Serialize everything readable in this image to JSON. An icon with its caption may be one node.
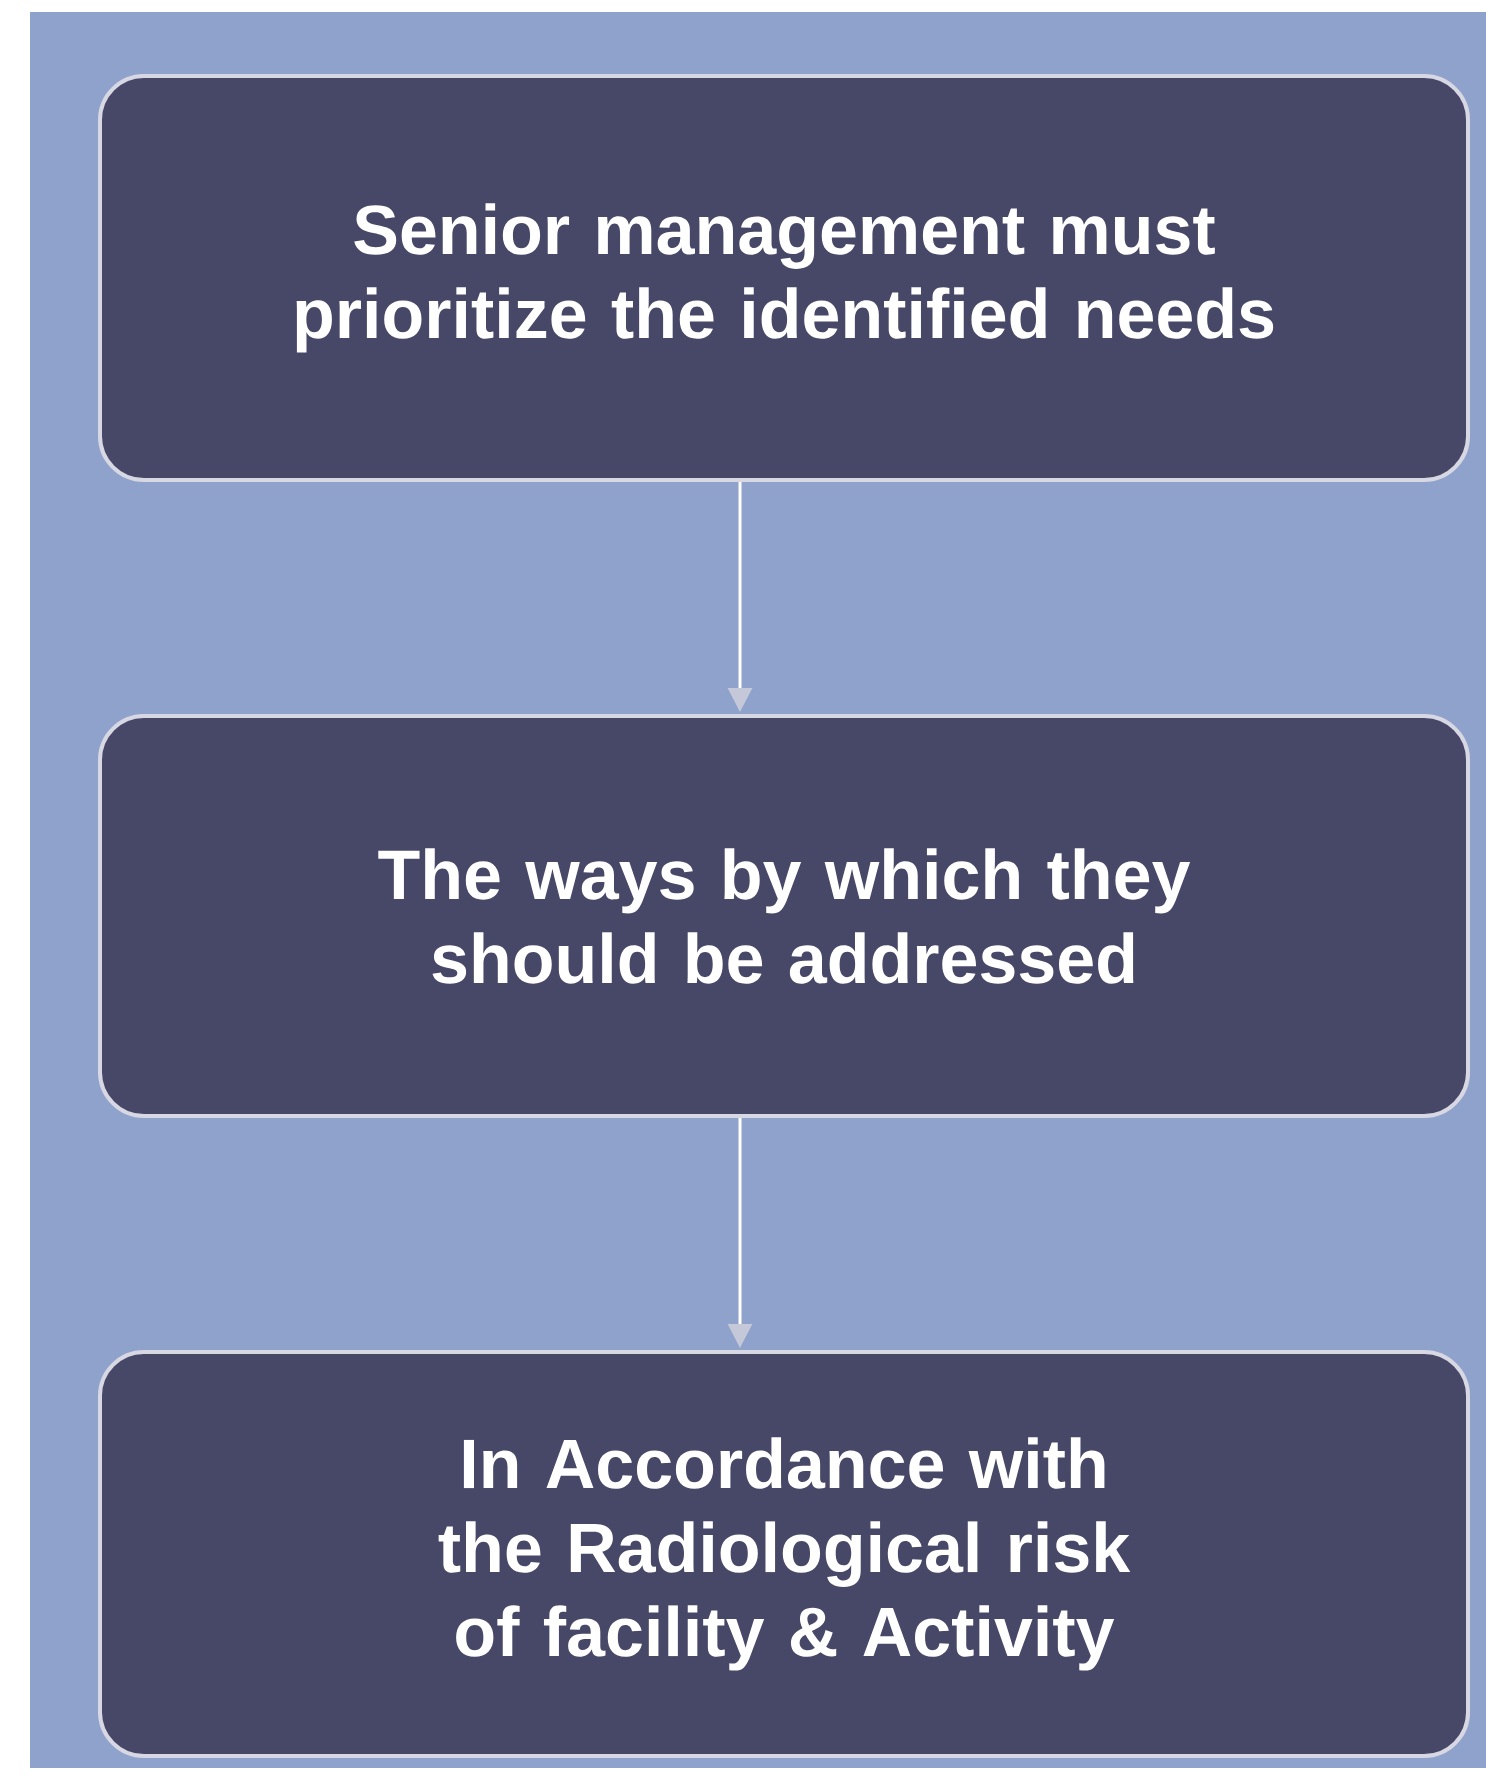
{
  "diagram": {
    "nodes": [
      {
        "text": [
          "Senior management must prioritize the identified needs"
        ]
      },
      {
        "text": [
          "The ways by which they should be addressed"
        ]
      },
      {
        "text": [
          "In Accordance with the Radiological risk of facility & Activity"
        ]
      }
    ],
    "edges": [
      {
        "from": 0,
        "to": 1,
        "arrow": "to"
      },
      {
        "from": 1,
        "to": 2,
        "arrow": "to"
      }
    ]
  }
}
